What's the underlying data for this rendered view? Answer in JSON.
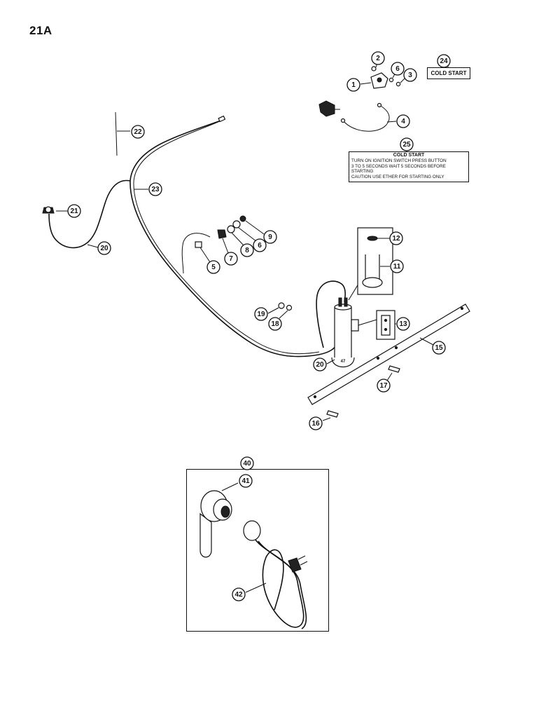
{
  "page_label": "21A",
  "decal_cold_start": "COLD START",
  "decal_instructions": {
    "title": "COLD START",
    "lines": [
      "TURN ON IGNITION SWITCH  PRESS BUTTON",
      "3 TO 5 SECONDS  WAIT 5 SECONDS BEFORE",
      "STARTING",
      "CAUTION   USE ETHER FOR STARTING ONLY"
    ]
  },
  "cylinder_marking": "47",
  "callouts": [
    {
      "id": "c1",
      "label": "1"
    },
    {
      "id": "c2",
      "label": "2"
    },
    {
      "id": "c6a",
      "label": "6"
    },
    {
      "id": "c3",
      "label": "3"
    },
    {
      "id": "c24",
      "label": "24"
    },
    {
      "id": "c4",
      "label": "4"
    },
    {
      "id": "c25",
      "label": "25"
    },
    {
      "id": "c22",
      "label": "22"
    },
    {
      "id": "c23",
      "label": "23"
    },
    {
      "id": "c21",
      "label": "21"
    },
    {
      "id": "c20a",
      "label": "20"
    },
    {
      "id": "c5",
      "label": "5"
    },
    {
      "id": "c7",
      "label": "7"
    },
    {
      "id": "c8",
      "label": "8"
    },
    {
      "id": "c6b",
      "label": "6"
    },
    {
      "id": "c9",
      "label": "9"
    },
    {
      "id": "c12",
      "label": "12"
    },
    {
      "id": "c11",
      "label": "11"
    },
    {
      "id": "c19",
      "label": "19"
    },
    {
      "id": "c18",
      "label": "18"
    },
    {
      "id": "c13",
      "label": "13"
    },
    {
      "id": "c15",
      "label": "15"
    },
    {
      "id": "c20b",
      "label": "20"
    },
    {
      "id": "c17",
      "label": "17"
    },
    {
      "id": "c16",
      "label": "16"
    },
    {
      "id": "c40",
      "label": "40"
    },
    {
      "id": "c41",
      "label": "41"
    },
    {
      "id": "c42",
      "label": "42"
    }
  ]
}
